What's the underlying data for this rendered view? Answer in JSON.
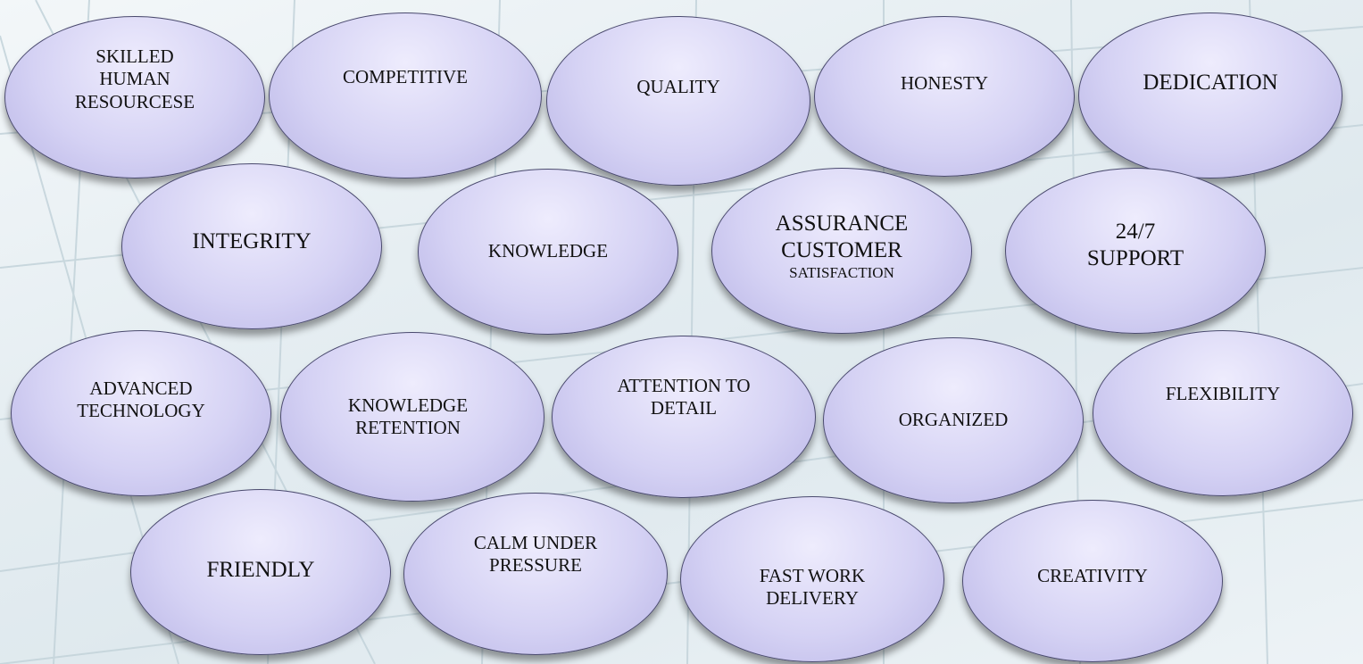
{
  "ovals": [
    {
      "id": "skilled-human-resources",
      "text": "SKILLED\nHUMAN\nRESOURCESE"
    },
    {
      "id": "competitive",
      "text": "COMPETITIVE"
    },
    {
      "id": "quality",
      "text": "QUALITY"
    },
    {
      "id": "honesty",
      "text": "HONESTY"
    },
    {
      "id": "dedication",
      "text": "DEDICATION"
    },
    {
      "id": "integrity",
      "text": "INTEGRITY"
    },
    {
      "id": "knowledge",
      "text": "KNOWLEDGE"
    },
    {
      "id": "assurance",
      "text": "ASSURANCE\nCUSTOMER",
      "small": "SATISFACTION"
    },
    {
      "id": "support",
      "text": "24/7\nSUPPORT"
    },
    {
      "id": "advanced-technology",
      "text": "ADVANCED\nTECHNOLOGY"
    },
    {
      "id": "knowledge-retention",
      "text": "KNOWLEDGE\nRETENTION"
    },
    {
      "id": "attention-to-detail",
      "text": "ATTENTION TO\nDETAIL"
    },
    {
      "id": "organized",
      "text": "ORGANIZED"
    },
    {
      "id": "flexibility",
      "text": "FLEXIBILITY"
    },
    {
      "id": "friendly",
      "text": "FRIENDLY"
    },
    {
      "id": "calm-under-pressure",
      "text": "CALM UNDER\nPRESSURE"
    },
    {
      "id": "fast-work-delivery",
      "text": "FAST WORK\nDELIVERY"
    },
    {
      "id": "creativity",
      "text": "CREATIVITY"
    }
  ]
}
